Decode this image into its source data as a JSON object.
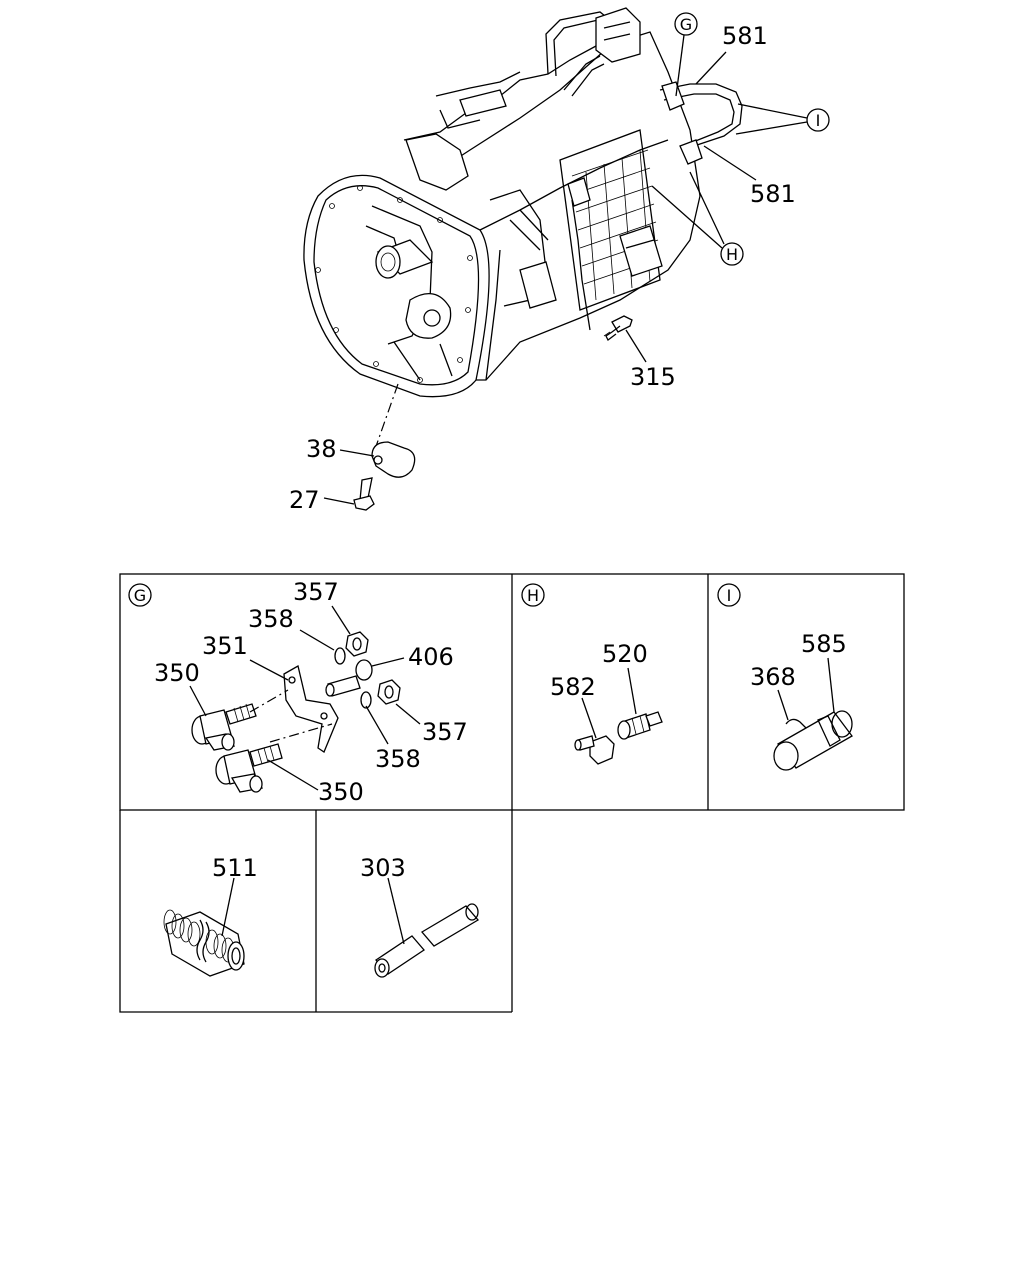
{
  "main_view": {
    "callouts": {
      "c581_top": "581",
      "c581_bottom": "581",
      "c315": "315",
      "c38": "38",
      "c27": "27"
    },
    "refs": {
      "g": "G",
      "h": "H",
      "i": "I"
    }
  },
  "panels": {
    "g": {
      "letter": "G",
      "labels": {
        "l357a": "357",
        "l358a": "358",
        "l351": "351",
        "l406": "406",
        "l350a": "350",
        "l357b": "357",
        "l358b": "358",
        "l350b": "350"
      }
    },
    "h": {
      "letter": "H",
      "labels": {
        "l520": "520",
        "l582": "582"
      }
    },
    "i": {
      "letter": "I",
      "labels": {
        "l585": "585",
        "l368": "368"
      }
    },
    "p511": {
      "labels": {
        "l511": "511"
      }
    },
    "p303": {
      "labels": {
        "l303": "303"
      }
    }
  }
}
